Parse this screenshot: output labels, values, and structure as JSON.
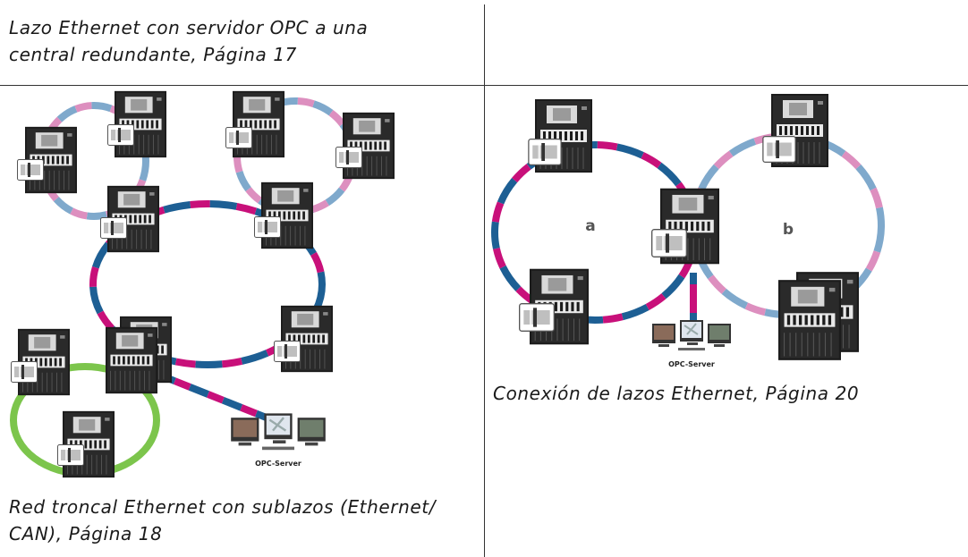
{
  "captions": {
    "top_left": [
      "Lazo Ethernet con servidor OPC a una",
      "central redundante, Página 17"
    ],
    "mid_right": [
      "Conexión de lazos Ethernet, Página 20"
    ],
    "bottom_left": [
      "Red troncal Ethernet con sublazos (Ethernet/",
      "CAN), Página 18"
    ]
  },
  "diagram_left": {
    "server_label": "OPC-Server"
  },
  "diagram_right": {
    "loop_a_label": "a",
    "loop_b_label": "b",
    "server_label": "OPC-Server"
  },
  "colors": {
    "magenta": "#c8107a",
    "dark_blue": "#1d5f94",
    "light_blue": "#7fa9cc",
    "pink": "#dd8fbf",
    "green": "#7cc54c",
    "panel": "#1c1c1c"
  }
}
